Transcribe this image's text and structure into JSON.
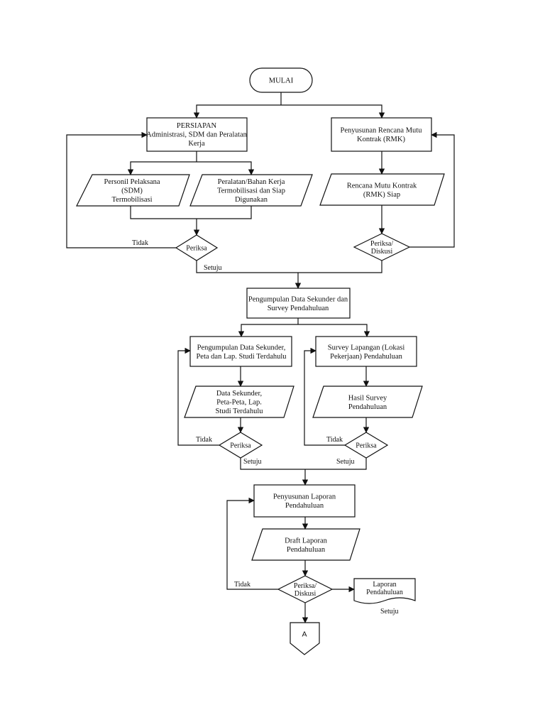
{
  "nodes": {
    "mulai": [
      "MULAI"
    ],
    "persiapan": [
      "PERSIAPAN",
      "Administrasi, SDM dan Peralatan",
      "Kerja"
    ],
    "rmk_penyusunan": [
      "Penyusunan Rencana Mutu",
      "Kontrak (RMK)"
    ],
    "personil": [
      "Personil Pelaksana",
      "(SDM)",
      "Termobilisasi"
    ],
    "peralatan": [
      "Peralatan/Bahan Kerja",
      "Termobilisasi dan Siap",
      "Digunakan"
    ],
    "rmk_siap": [
      "Rencana Mutu Kontrak",
      "(RMK) Siap"
    ],
    "periksa_1": [
      "Periksa"
    ],
    "periksa_diskusi_1": [
      "Periksa/",
      "Diskusi"
    ],
    "pengumpulan_utama": [
      "Pengumpulan Data Sekunder dan",
      "Survey Pendahuluan"
    ],
    "pengumpulan_sekunder": [
      "Pengumpulan Data Sekunder,",
      "Peta dan Lap. Studi Terdahulu"
    ],
    "survey_lapangan": [
      "Survey Lapangan (Lokasi",
      "Pekerjaan) Pendahuluan"
    ],
    "data_sekunder": [
      "Data Sekunder,",
      "Peta-Peta, Lap.",
      "Studi Terdahulu"
    ],
    "hasil_survey": [
      "Hasil Survey",
      "Pendahuluan"
    ],
    "periksa_2": [
      "Periksa"
    ],
    "periksa_3": [
      "Periksa"
    ],
    "penyusunan_laporan": [
      "Penyusunan Laporan",
      "Pendahuluan"
    ],
    "draft_laporan": [
      "Draft Laporan",
      "Pendahuluan"
    ],
    "periksa_diskusi_2": [
      "Periksa/",
      "Diskusi"
    ],
    "laporan_pendahuluan": [
      "Laporan",
      "Pendahuluan"
    ],
    "connector_a": [
      "A"
    ]
  },
  "labels": {
    "tidak_1": "Tidak",
    "setuju_1": "Setuju",
    "tidak_2": "Tidak",
    "setuju_2": "Setuju",
    "tidak_3": "Tidak",
    "setuju_3": "Setuju",
    "tidak_4": "Tidak",
    "setuju_4": "Setuju"
  }
}
